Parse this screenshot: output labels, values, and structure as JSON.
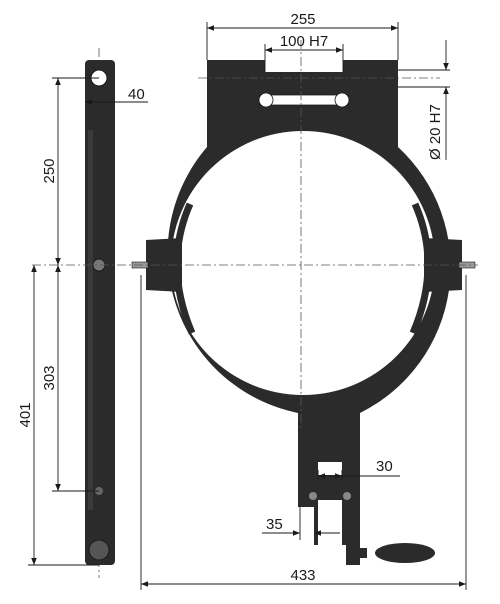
{
  "dimensions": {
    "top_width": "255",
    "slot_width": "100 H7",
    "side_depth": "40",
    "hole_diameter": "Ø 20 H7",
    "upper_pitch": "250",
    "lower_pitch": "303",
    "total_height": "401",
    "tab_gap": "30",
    "tab_offset": "35",
    "overall_width": "433"
  },
  "colors": {
    "part": "#2b2b2b",
    "line": "#1a1a1a",
    "background": "#ffffff"
  }
}
